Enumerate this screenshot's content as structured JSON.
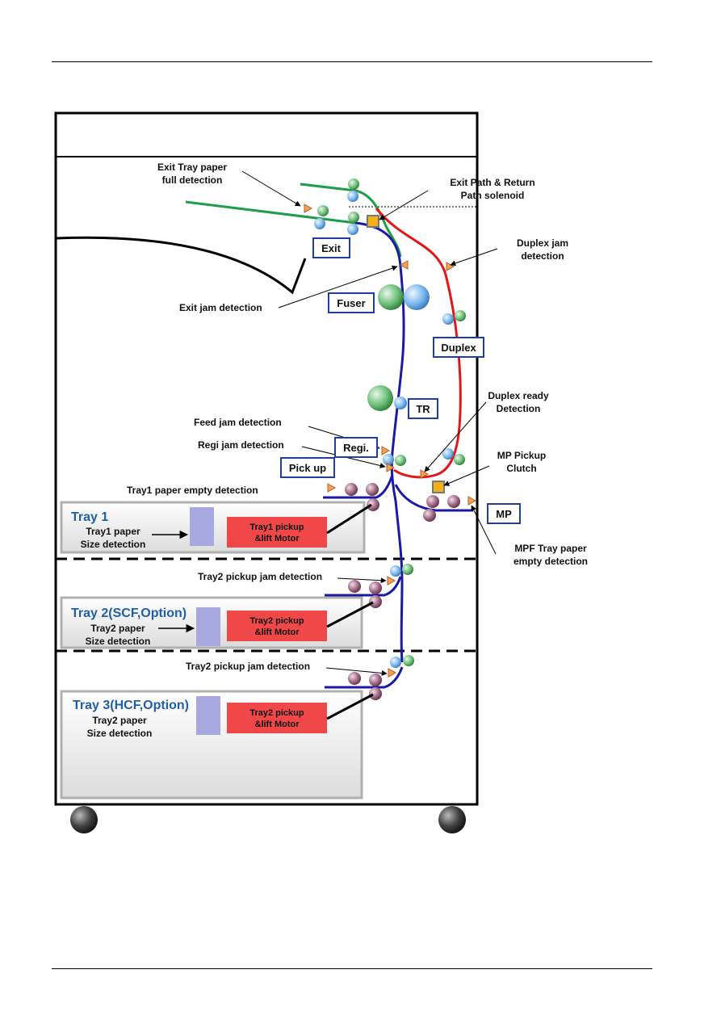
{
  "colors": {
    "frame": "#000000",
    "path_blue": "#1a1aa6",
    "path_green": "#1e9e4a",
    "path_red": "#e01818",
    "motor_fill": "#f04848",
    "sensor_fill": "#a8a8e0",
    "solenoid_fill": "#f2b01a",
    "label_border": "#1f3f9f",
    "tray_title": "#1f5fa8"
  },
  "labels": {
    "exit_full": [
      "Exit Tray paper",
      "full detection"
    ],
    "exit_solenoid": [
      "Exit Path & Return",
      "Path solenoid"
    ],
    "duplex_jam": [
      "Duplex jam",
      "detection"
    ],
    "exit_jam": "Exit jam detection",
    "feed_jam": "Feed  jam detection",
    "regi_jam": "Regi  jam detection",
    "duplex_ready": [
      "Duplex ready",
      "Detection"
    ],
    "mp_clutch": [
      "MP Pickup",
      "Clutch"
    ],
    "tray1_empty": "Tray1 paper empty detection",
    "mpf_empty": [
      "MPF Tray paper",
      "empty detection"
    ],
    "tray2_jam": "Tray2 pickup jam detection",
    "tray3_jam": "Tray2 pickup jam detection"
  },
  "boxes": {
    "exit": "Exit",
    "fuser": "Fuser",
    "duplex": "Duplex",
    "tr": "TR",
    "regi": "Regi.",
    "pickup": "Pick up",
    "mp": "MP"
  },
  "trays": [
    {
      "title": "Tray 1",
      "size_label": [
        "Tray1 paper",
        "Size detection"
      ],
      "motor": [
        "Tray1 pickup",
        "&lift  Motor"
      ]
    },
    {
      "title": "Tray 2(SCF,Option)",
      "size_label": [
        "Tray2 paper",
        "Size detection"
      ],
      "motor": [
        "Tray2 pickup",
        "&lift  Motor"
      ]
    },
    {
      "title": "Tray 3(HCF,Option)",
      "size_label": [
        "Tray2 paper",
        "Size detection"
      ],
      "motor": [
        "Tray2 pickup",
        "&lift  Motor"
      ]
    }
  ]
}
